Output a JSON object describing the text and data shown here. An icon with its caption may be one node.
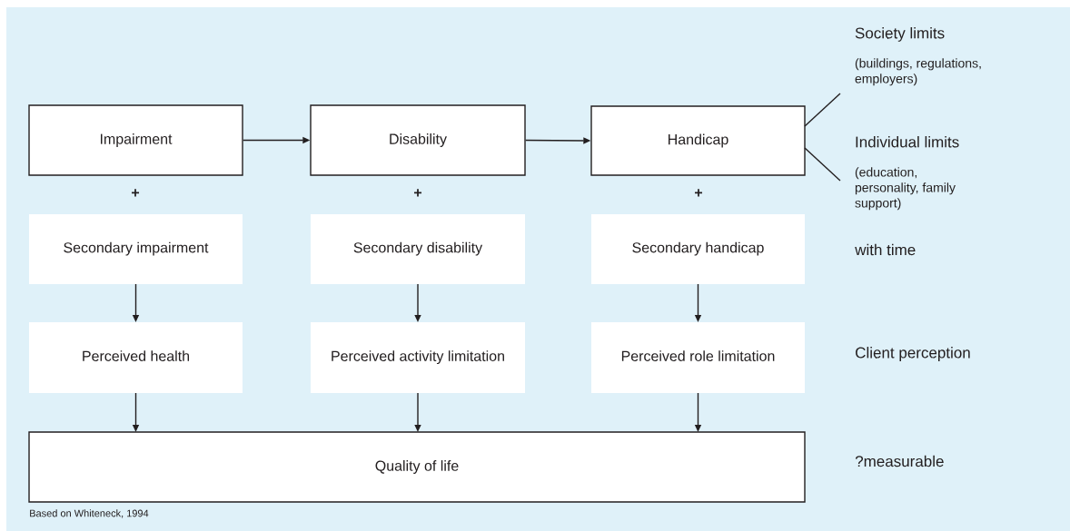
{
  "diagram": {
    "nodes": [
      {
        "text": [
          "Impairment"
        ]
      },
      {
        "text": [
          "Disability"
        ]
      },
      {
        "text": [
          "Handicap"
        ]
      },
      {
        "text": [
          "Secondary impairment"
        ]
      },
      {
        "text": [
          "Secondary disability"
        ]
      },
      {
        "text": [
          "Secondary handicap"
        ]
      },
      {
        "text": [
          "Perceived health"
        ]
      },
      {
        "text": [
          "Perceived activity limitation"
        ]
      },
      {
        "text": [
          "Perceived role limitation"
        ]
      },
      {
        "text": [
          "Quality of life"
        ]
      },
      {
        "text": [
          "Society limits",
          "(buildings, regulations, employers)"
        ]
      },
      {
        "text": [
          "Individual limits",
          "(education, personality, family support)"
        ]
      }
    ],
    "edges": [
      {
        "from": 0,
        "to": 1,
        "arrow": "to"
      },
      {
        "from": 1,
        "to": 2,
        "arrow": "to"
      },
      {
        "from": 2,
        "to": 10,
        "arrow": "none"
      },
      {
        "from": 2,
        "to": 11,
        "arrow": "none"
      },
      {
        "from": 3,
        "to": 6,
        "arrow": "to"
      },
      {
        "from": 4,
        "to": 7,
        "arrow": "to"
      },
      {
        "from": 5,
        "to": 8,
        "arrow": "to"
      },
      {
        "from": 6,
        "to": 9,
        "arrow": "to"
      },
      {
        "from": 7,
        "to": 9,
        "arrow": "to"
      },
      {
        "from": 8,
        "to": 9,
        "arrow": "to"
      }
    ],
    "labels": [
      "+",
      "+",
      "+",
      "with time",
      "Client perception",
      "?measurable",
      "Based on Whiteneck, 1994"
    ]
  }
}
